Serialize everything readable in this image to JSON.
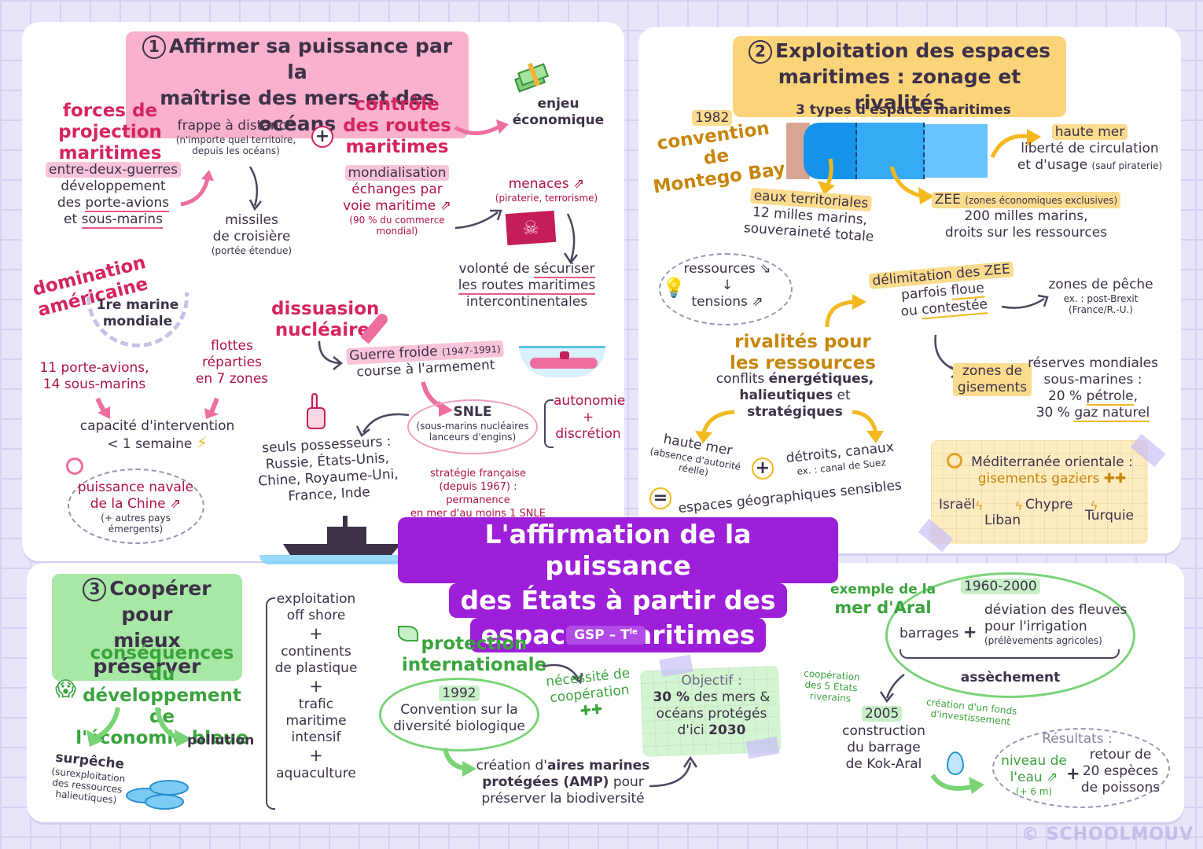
{
  "main_title": {
    "lines": [
      "L'affirmation de la puissance",
      "des États à partir des",
      "espaces maritimes"
    ],
    "badge": "GSP – T",
    "badge_sup": "le",
    "color": "#9d1fd9"
  },
  "section1": {
    "number": "1",
    "title_lines": [
      "Affirmer sa puissance par la",
      "maîtrise des mers et des océans"
    ],
    "color": "#f9b1cd",
    "forces": {
      "title_lines": [
        "forces de",
        "projection",
        "maritimes"
      ],
      "tag": "entre-deux-guerres",
      "text_lines": [
        "développement",
        "des porte-avions",
        "et sous-marins"
      ],
      "underlined": [
        "porte-avions",
        "sous-marins"
      ]
    },
    "frappe": {
      "title": "frappe à distance",
      "note_lines": [
        "(n'importe quel territoire,",
        "depuis les océans)"
      ]
    },
    "missiles": {
      "lines": [
        "missiles",
        "de croisière"
      ],
      "note": "(portée étendue)"
    },
    "plus_symbol": "+",
    "controle": {
      "title_lines": [
        "contrôle",
        "des routes",
        "maritimes"
      ]
    },
    "enjeu": {
      "lines": [
        "enjeu",
        "économique"
      ],
      "icon": "money-icon"
    },
    "mondialisation": {
      "tag": "mondialisation",
      "lines": [
        "échanges par",
        "voie maritime ⇗"
      ],
      "note_lines": [
        "(90 % du commerce",
        "mondial)"
      ]
    },
    "menaces": {
      "title": "menaces ⇗",
      "note": "(piraterie, terrorisme)",
      "icon": "pirate-flag-icon"
    },
    "volonte": {
      "lines": [
        "volonté de sécuriser",
        "les routes maritimes",
        "intercontinentales"
      ]
    },
    "domination": {
      "title": "domination américaine",
      "laurel_lines": [
        "1re marine",
        "mondiale"
      ],
      "left_lines": [
        "11 porte-avions,",
        "14 sous-marins"
      ],
      "right_lines": [
        "flottes",
        "réparties",
        "en 7 zones"
      ],
      "result_lines": [
        "capacité d'intervention",
        "< 1 semaine"
      ]
    },
    "chine": {
      "lines": [
        "puissance navale",
        "de la Chine ⇗"
      ],
      "note_lines": [
        "(+ autres pays",
        "émergents)"
      ]
    },
    "dissuasion": {
      "title_lines": [
        "dissuasion",
        "nucléaire"
      ],
      "guerre_froide": "Guerre froide",
      "guerre_dates": "(1947-1991)",
      "course": "course à l'armement",
      "snle": "SNLE",
      "snle_note_lines": [
        "(sous-marins nucléaires",
        "lanceurs d'engins)"
      ],
      "traits": [
        "autonomie",
        "+",
        "discrétion"
      ],
      "possesseurs_lines": [
        "seuls possesseurs :",
        "Russie, États-Unis,",
        "Chine, Royaume-Uni,",
        "France, Inde"
      ],
      "strategie_lines": [
        "stratégie française",
        "(depuis 1967) : permanence",
        "en mer d'au moins 1 SNLE"
      ]
    }
  },
  "section2": {
    "number": "2",
    "title_lines": [
      "Exploitation des espaces",
      "maritimes : zonage et rivalités"
    ],
    "color": "#fbd47a",
    "convention": {
      "year": "1982",
      "lines": [
        "convention de",
        "Montego Bay"
      ]
    },
    "diagram_title": "3 types d'espaces maritimes",
    "zones": [
      {
        "name": "eaux territoriales",
        "lines": [
          "12 milles marins,",
          "souveraineté totale"
        ],
        "color": "#1593ea"
      },
      {
        "name": "ZEE",
        "name_note": "(zones économiques exclusives)",
        "lines": [
          "200 milles marins,",
          "droits sur les ressources"
        ],
        "color": "#36abf5"
      },
      {
        "name": "haute mer",
        "lines": [
          "liberté de circulation",
          "et d'usage"
        ],
        "note": "(sauf piraterie)",
        "color": "#66c3fb"
      }
    ],
    "idea": {
      "line1": "ressources ⇘",
      "line2": "tensions ⇗"
    },
    "rivalites": {
      "title_lines": [
        "rivalités pour",
        "les ressources"
      ],
      "conflits_lines": [
        "conflits énergétiques,",
        "halieutiques et",
        "stratégiques"
      ]
    },
    "delimitation": {
      "tag": "délimitation des ZEE",
      "lines": [
        "parfois floue",
        "ou contestée"
      ]
    },
    "peche": {
      "title": "zones de pêche",
      "note_lines": [
        "ex. : post-Brexit",
        "(France/R.-U.)"
      ]
    },
    "gisements": {
      "tag_lines": [
        "zones de",
        "gisements"
      ],
      "lines": [
        "réserves mondiales",
        "sous-marines :",
        "20 % pétrole,",
        "30 % gaz naturel"
      ]
    },
    "haute_mer": {
      "title": "haute mer",
      "note_lines": [
        "(absence d'autorité",
        "réelle)"
      ]
    },
    "detroits": {
      "title": "détroits, canaux",
      "note": "ex. : canal de Suez"
    },
    "sensibles": "espaces géographiques sensibles",
    "mediterranee": {
      "title": "Méditerranée orientale :",
      "subtitle": "gisements gaziers ✚✚",
      "countries": [
        "Israël",
        "Liban",
        "Chypre",
        "Turquie"
      ]
    }
  },
  "section3": {
    "number": "3",
    "title_lines": [
      "Coopérer pour",
      "mieux préserver"
    ],
    "color": "#a7e8a5",
    "consequences_lines": [
      "conséquences du",
      "développement de",
      "l'économie bleue"
    ],
    "surpeche": {
      "title": "surpêche",
      "note_lines": [
        "(surexploitation",
        "des ressources",
        "halieutiques)"
      ]
    },
    "pollution": {
      "title": "pollution",
      "items": [
        "exploitation off shore",
        "continents de plastique",
        "trafic maritime intensif",
        "aquaculture"
      ]
    },
    "protection": {
      "title_lines": [
        "protection",
        "internationale"
      ]
    },
    "cooperation": {
      "lines": [
        "nécessité de",
        "coopération"
      ],
      "plus": "✚✚"
    },
    "convention": {
      "year": "1992",
      "lines": [
        "Convention sur la",
        "diversité biologique"
      ]
    },
    "amp": {
      "lines": [
        "création d'aires marines",
        "protégées (AMP) pour",
        "préserver la biodiversité"
      ]
    },
    "objectif": {
      "title": "Objectif :",
      "lines": [
        "30 % des mers &",
        "océans protégés",
        "d'ici 2030"
      ]
    },
    "aral": {
      "title_lines": [
        "exemple de la",
        "mer d'Aral"
      ],
      "period": "1960-2000",
      "barrages": "barrages",
      "deviation_lines": [
        "déviation des fleuves",
        "pour l'irrigation"
      ],
      "deviation_note": "(prélèvements agricoles)",
      "result": "assèchement",
      "cooperation_lines": [
        "coopération",
        "des 5 États",
        "riverains"
      ],
      "year": "2005",
      "construction_lines": [
        "construction",
        "du barrage",
        "de Kok-Aral"
      ],
      "fonds_lines": [
        "création d'un fonds",
        "d'investissement"
      ],
      "resultats": {
        "title": "Résultats :",
        "niveau_lines": [
          "niveau de",
          "l'eau ⇗"
        ],
        "niveau_note": "(+ 6 m)",
        "retour_lines": [
          "retour de",
          "20 espèces",
          "de poissons"
        ]
      }
    }
  },
  "footer": {
    "watermark": "© SCHOOLMOUV"
  }
}
